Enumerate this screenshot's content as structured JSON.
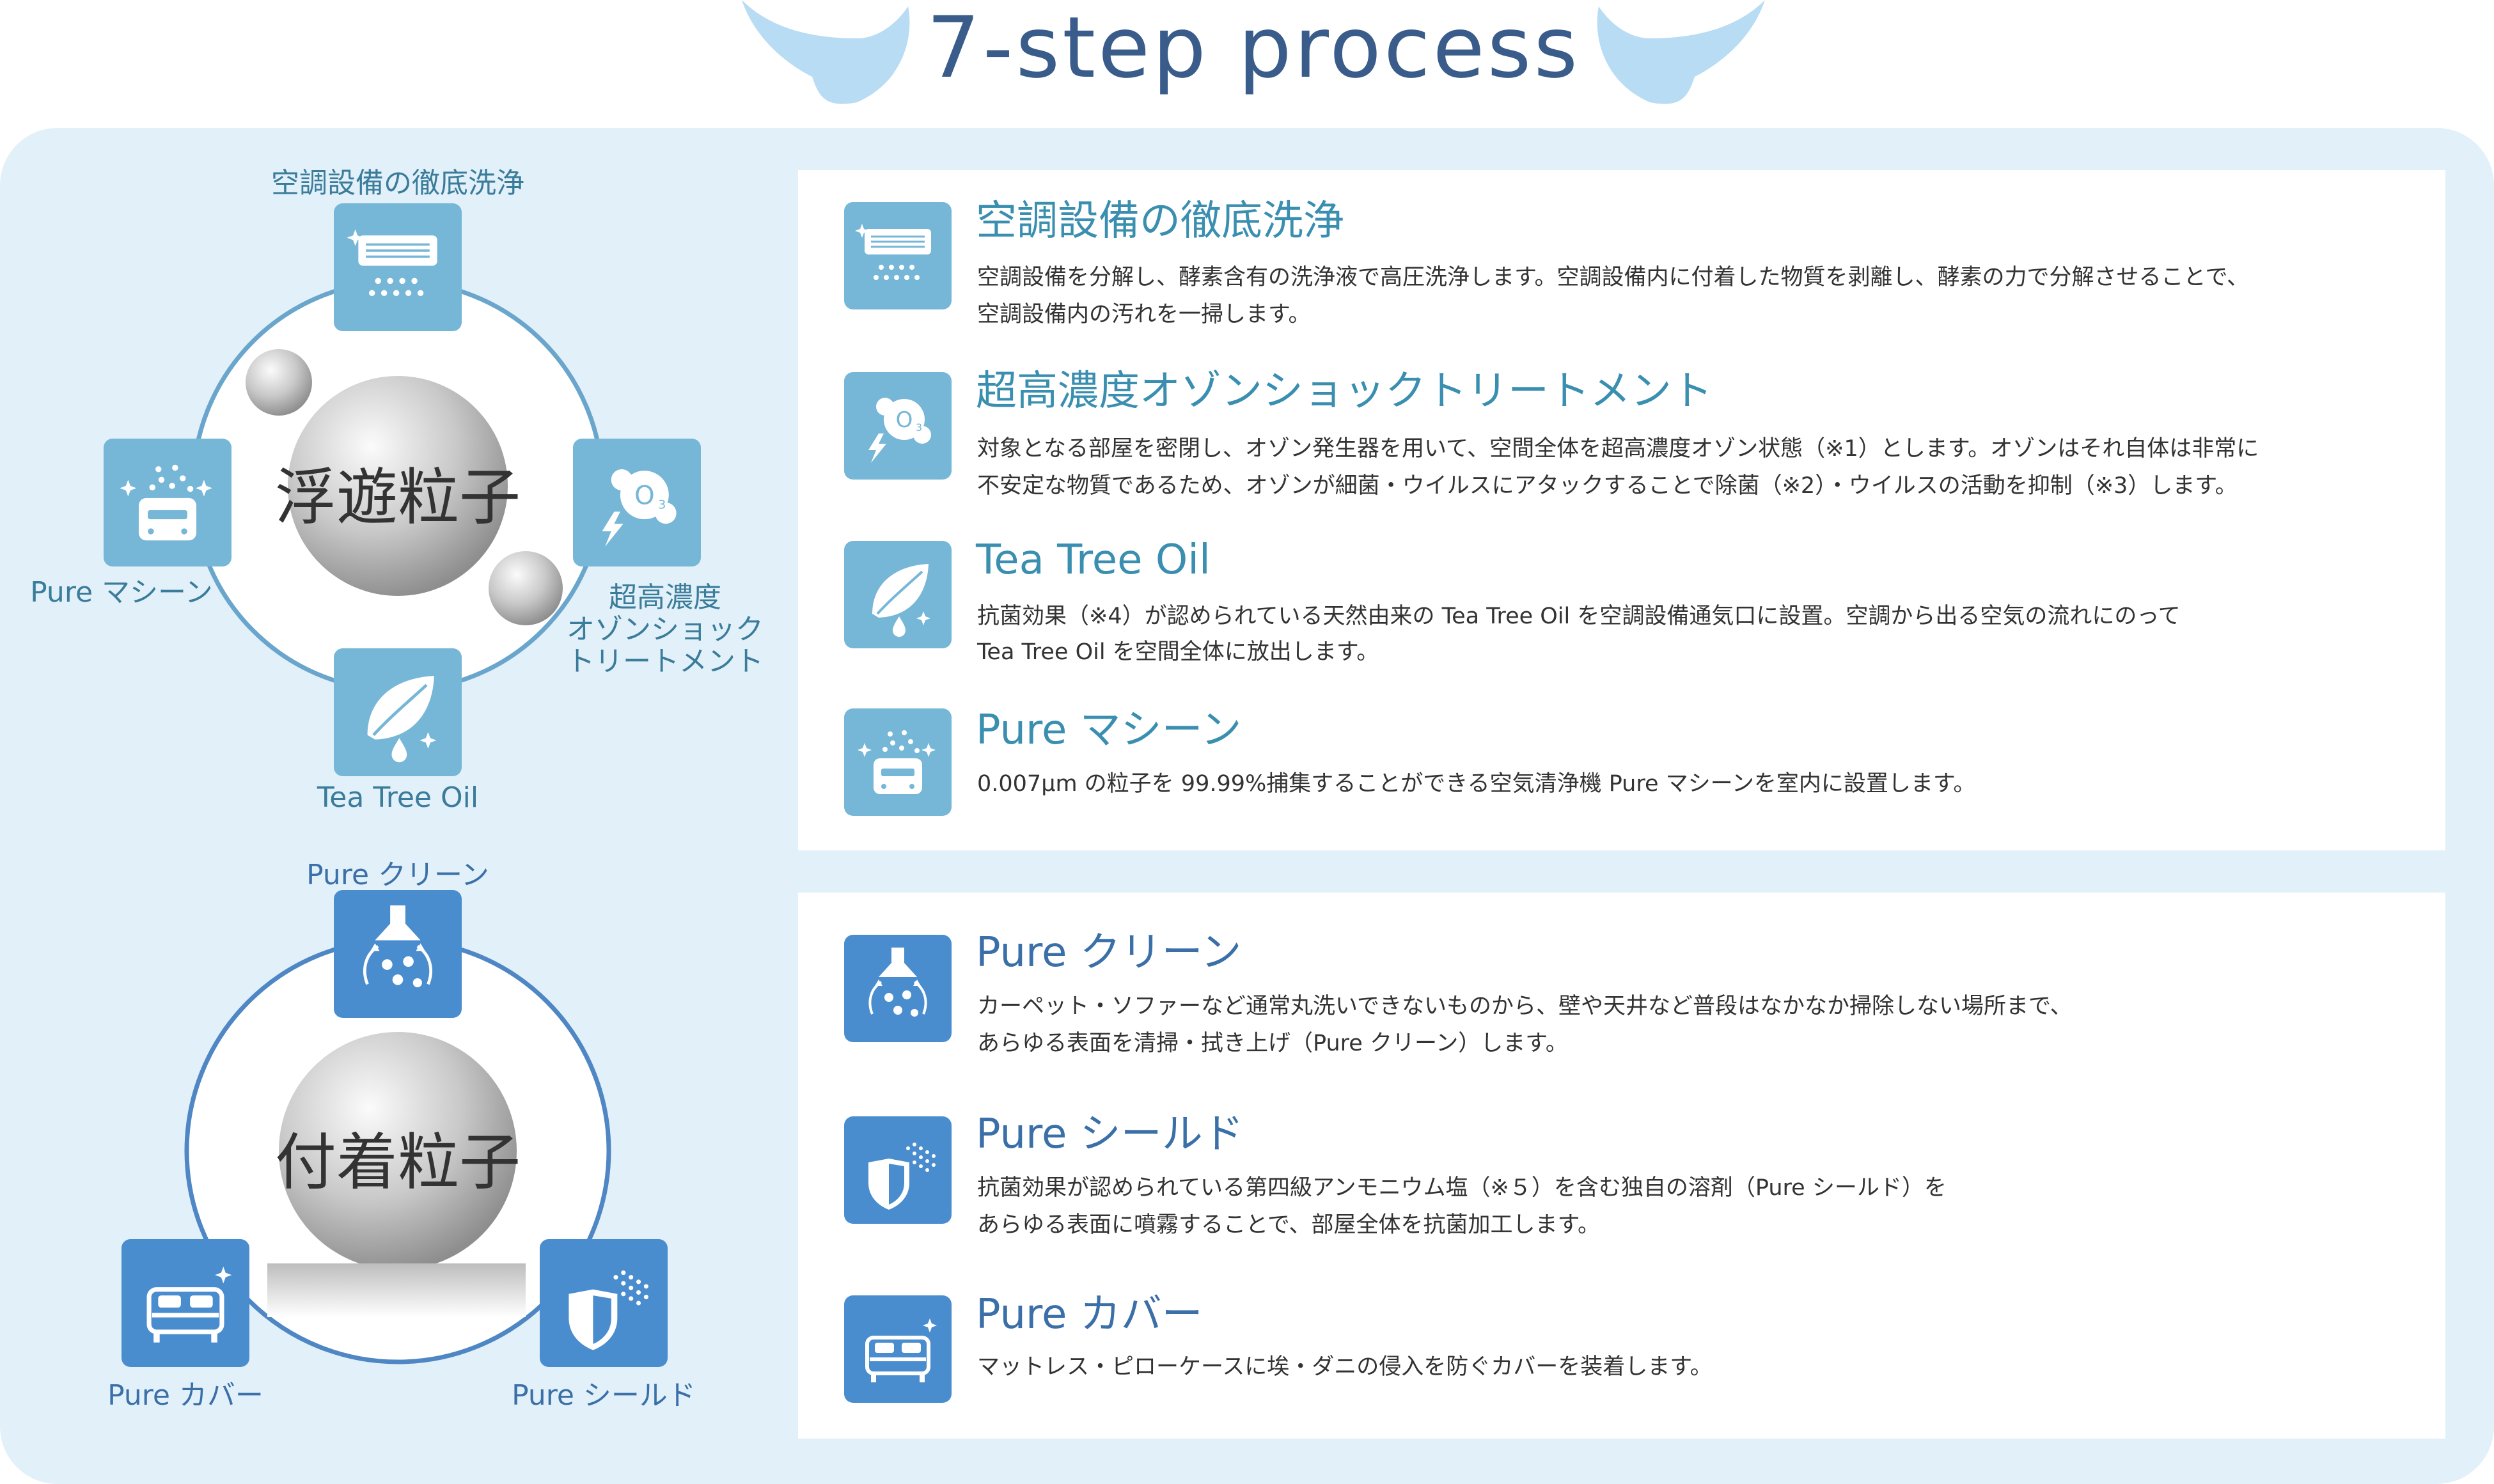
{
  "header": {
    "title": "7-step process"
  },
  "diagram_top": {
    "center": "浮遊粒子",
    "labels": {
      "top": "空調設備の徹底洗浄",
      "left": "Pure マシーン",
      "right_1": "超高濃度",
      "right_2": "オゾンショック",
      "right_3": "トリートメント",
      "bottom": "Tea Tree Oil"
    }
  },
  "diagram_bottom": {
    "center": "付着粒子",
    "labels": {
      "top": "Pure クリーン",
      "left": "Pure カバー",
      "right": "Pure シールド"
    }
  },
  "steps_top": [
    {
      "title": "空調設備の徹底洗浄",
      "line1": "空調設備を分解し、酵素含有の洗浄液で高圧洗浄します。空調設備内に付着した物質を剥離し、酵素の力で分解させることで、",
      "line2": "空調設備内の汚れを一掃します。",
      "icon": "air-conditioner-icon"
    },
    {
      "title": "超高濃度オゾンショックトリートメント",
      "line1": "対象となる部屋を密閉し、オゾン発生器を用いて、空間全体を超高濃度オゾン状態（※1）とします。オゾンはそれ自体は非常に",
      "line2": "不安定な物質であるため、オゾンが細菌・ウイルスにアタックすることで除菌（※2）・ウイルスの活動を抑制（※3）します。",
      "icon": "ozone-icon"
    },
    {
      "title": "Tea Tree Oil",
      "line1": "抗菌効果（※4）が認められている天然由来の Tea Tree Oil を空調設備通気口に設置。空調から出る空気の流れにのって",
      "line2": "Tea Tree Oil を空間全体に放出します。",
      "icon": "leaf-drop-icon"
    },
    {
      "title": "Pure マシーン",
      "line1": "0.007μm の粒子を 99.99%捕集することができる空気清浄機 Pure マシーンを室内に設置します。",
      "line2": "",
      "icon": "air-purifier-icon"
    }
  ],
  "steps_bottom": [
    {
      "title": "Pure クリーン",
      "line1": "カーペット・ソファーなど通常丸洗いできないものから、壁や天井など普段はなかなか掃除しない場所まで、",
      "line2": "あらゆる表面を清掃・拭き上げ（Pure クリーン）します。",
      "icon": "vacuum-icon"
    },
    {
      "title": "Pure シールド",
      "line1": "抗菌効果が認められている第四級アンモニウム塩（※５）を含む独自の溶剤（Pure シールド）を",
      "line2": "あらゆる表面に噴霧することで、部屋全体を抗菌加工します。",
      "icon": "shield-spray-icon"
    },
    {
      "title": "Pure カバー",
      "line1": "マットレス・ピローケースに埃・ダニの侵入を防ぐカバーを装着します。",
      "line2": "",
      "icon": "bed-cover-icon"
    }
  ],
  "colors": {
    "panel": "#e2f0f9",
    "icon_light": "#76b6d7",
    "icon_blue": "#4a8dcf",
    "title_teal": "#3a8fb0",
    "title_blue": "#3a5c8a"
  }
}
